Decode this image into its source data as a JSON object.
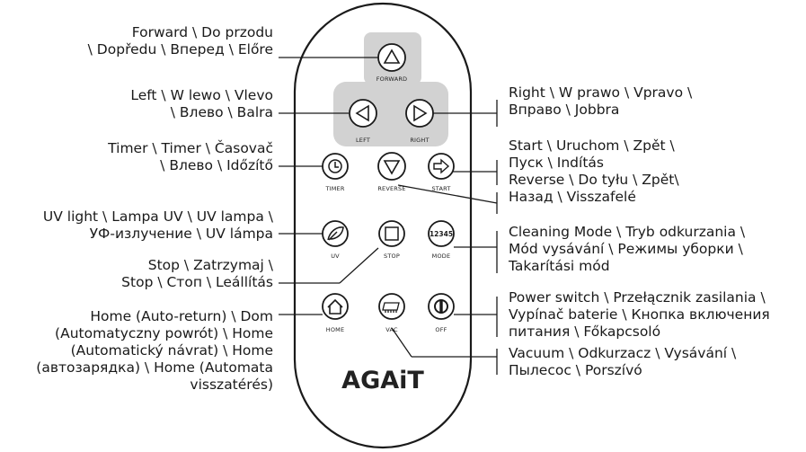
{
  "labels_left": {
    "forward": [
      "Forward \\ Do przodu",
      "\\ Dopředu \\  Вперед \\ Előre"
    ],
    "left": [
      "Left \\ W lewo \\ Vlevo",
      "\\ Влево \\ Balra"
    ],
    "timer": [
      "Timer \\ Timer \\ Časovač",
      "\\ Влево \\ Időzítő"
    ],
    "uv": [
      "UV light \\ Lampa UV \\ UV lampa \\",
      "УФ-излучение \\ UV lámpa"
    ],
    "stop": [
      "Stop \\ Zatrzymaj \\",
      "Stop \\ Стоп  \\ Leállítás"
    ],
    "home": [
      "Home (Auto-return) \\ Dom",
      "(Automatyczny powrót) \\ Home",
      "(Automatický návrat) \\ Home",
      "(автозарядка) \\ Home (Automata",
      "visszatérés)"
    ]
  },
  "labels_right": {
    "right": [
      "Right \\ W prawo \\ Vpravo \\",
      "Вправо \\ Jobbra"
    ],
    "start": [
      "Start \\ Uruchom \\ Zpět \\",
      "Пуск \\ Indítás"
    ],
    "reverse": [
      "Reverse \\ Do tyłu \\ Zpět\\",
      "Назад \\ Visszafelé"
    ],
    "mode": [
      "Cleaning Mode \\ Tryb odkurzania \\",
      "Mód vysávání \\ Режимы уборки \\",
      "Takarítási mód"
    ],
    "power": [
      "Power switch \\ Przełącznik zasilania \\",
      "Vypínač baterie \\ Кнопка включения",
      "питания \\ Főkapcsoló"
    ],
    "vac": [
      "Vacuum \\ Odkurzacz \\ Vysávání \\",
      "Пылесос \\ Porszívó"
    ]
  },
  "buttons": {
    "forward": "FORWARD",
    "left": "LEFT",
    "right": "RIGHT",
    "timer": "TIMER",
    "reverse": "REVERSE",
    "start": "START",
    "uv": "UV",
    "stop": "STOP",
    "mode": "MODE",
    "mode_glyph": "12345",
    "home": "HOME",
    "vac": "VAC",
    "off": "OFF"
  },
  "logo": "AGAiT",
  "colors": {
    "pad": "#d2d2d2",
    "stroke": "#1a1a1a",
    "text": "#1a1a1a"
  }
}
